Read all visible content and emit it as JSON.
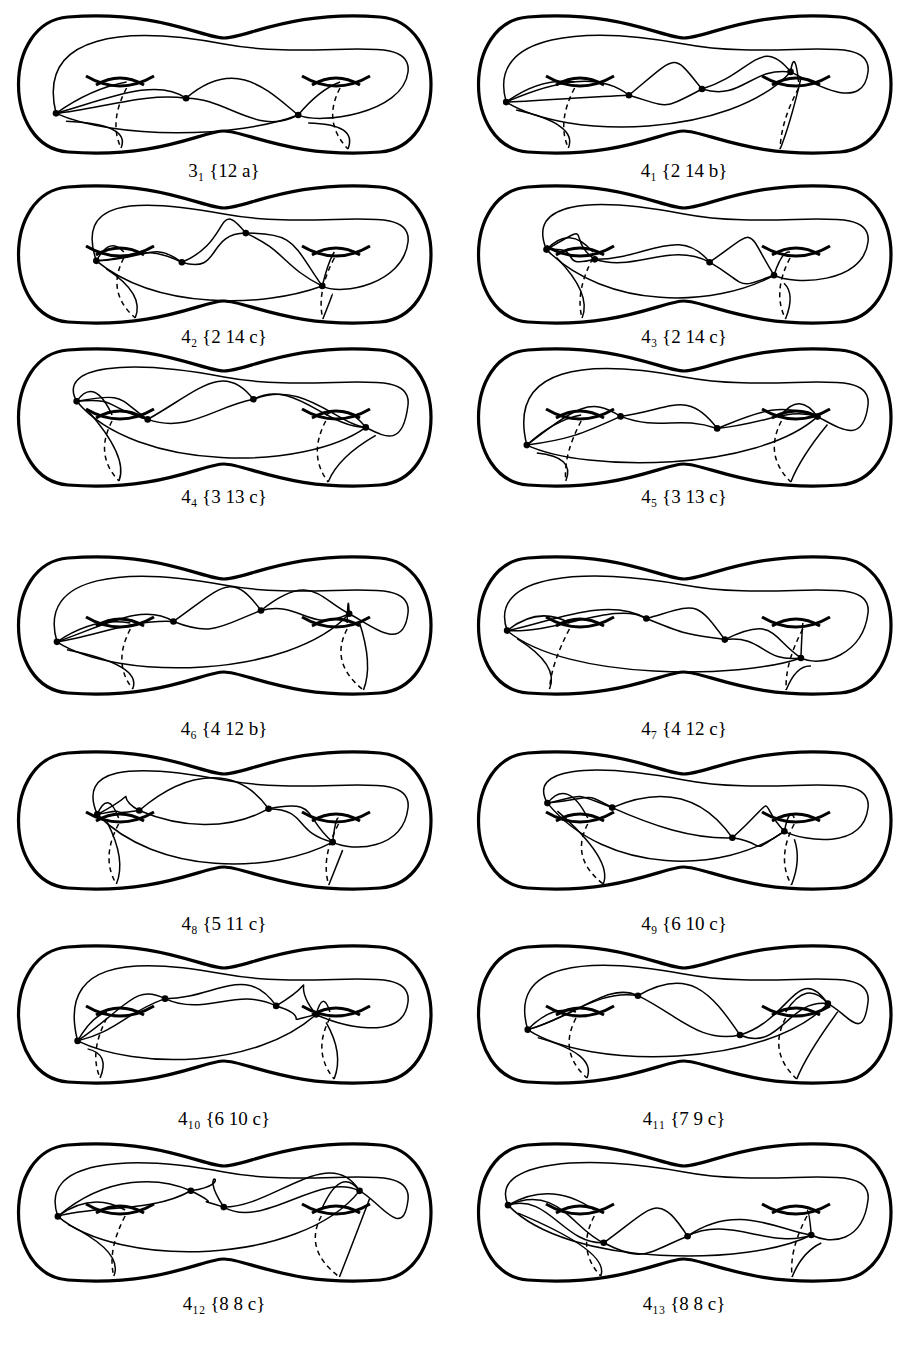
{
  "diagram": {
    "labels": [
      "3₁ {12 a}",
      "4₁ {2 14 b}",
      "4₂ {2 14 c}",
      "4₃ {2 14 c}",
      "4₄ {3 13 c}",
      "4₅ {3 13 c}",
      "4₆ {4 12 b}",
      "4₇ {4 12 c}",
      "4₈ {5 11 c}",
      "4₉ {6 10 c}",
      "4₁₀ {6 10 c}",
      "4₁₁ {7 9 c}",
      "4₁₂ {8 8 c}",
      "4₁₃ {8 8 c}"
    ]
  }
}
